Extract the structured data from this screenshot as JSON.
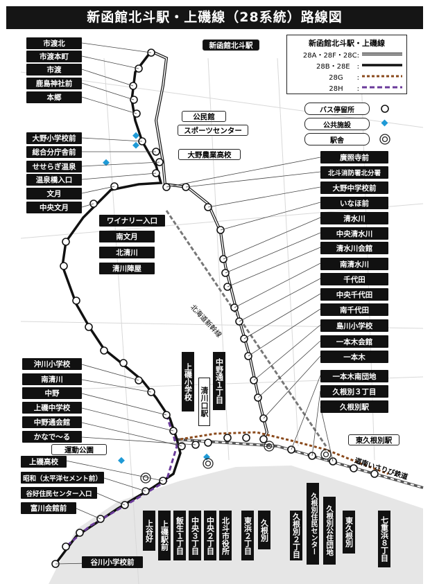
{
  "title": "新函館北斗駅・上磯線（28系統）路線図",
  "legend": {
    "title": "新函館北斗駅・上磯線",
    "rows": [
      {
        "label": "28A・28F・28C:",
        "style": "double"
      },
      {
        "label": "28B・28E　:",
        "style": "thick"
      },
      {
        "label": "28G　　:",
        "style": "brown-dash"
      },
      {
        "label": "28H　　:",
        "style": "purple-dash"
      }
    ]
  },
  "symbol_legend": {
    "bus_stop": "バス停留所",
    "public_facility": "公共施設",
    "station": "駅舎"
  },
  "colors": {
    "brown": "#8a4a1c",
    "purple": "#6a3a9a",
    "blue": "#1f9ad6",
    "black": "#111111"
  },
  "stops_left": [
    "市渡北",
    "市渡本町",
    "市渡",
    "鹿島神社前",
    "本郷",
    "大野小学校前",
    "総合分庁舎前",
    "せせらぎ温泉",
    "温泉橋入口",
    "文月",
    "中央文月"
  ],
  "stops_mid_left": [
    "ワイナリー入口",
    "南文月",
    "北清川",
    "清川陣屋"
  ],
  "stops_right": [
    "廣照寺前",
    "北斗消防署北分署",
    "大野中学校前",
    "いなほ前",
    "清水川",
    "中央清水川",
    "清水川会館",
    "南清水川",
    "千代田",
    "中央千代田",
    "南千代田",
    "島川小学校",
    "一本木会館",
    "一本木"
  ],
  "stops_right_lower": [
    "一本木南団地",
    "久根別３丁目",
    "久根別駅"
  ],
  "stops_left_lower": [
    "沖川小学校",
    "南清川",
    "中野",
    "上磯中学校",
    "中野通会館",
    "かなで～る"
  ],
  "stops_bottom_left": [
    "上磯高校",
    "昭和（太平洋セメント前）",
    "谷好住民センター入口",
    "富川会館前"
  ],
  "bottom_stop": "谷川小学校前",
  "vertical_mid": [
    "上磯小学校",
    "清川口駅",
    "中野通１丁目"
  ],
  "vertical_bottom": [
    "上谷好",
    "上磯駅前",
    "飯生１丁目",
    "中央３丁目",
    "中央２丁目",
    "北斗市役所",
    "東浜２丁目",
    "久根別",
    "久根別２丁目",
    "久根別住民センター",
    "久根別公住団地",
    "東久根別",
    "七重浜８丁目"
  ],
  "facilities": [
    "公民館",
    "スポーツセンター",
    "大野農業高校",
    "運動公園"
  ],
  "stations": [
    "新函館北斗駅",
    "東久根別駅"
  ],
  "map_text": {
    "shinkansen": "北海道新幹線",
    "isaribi": "道南いさりび鉄道"
  }
}
